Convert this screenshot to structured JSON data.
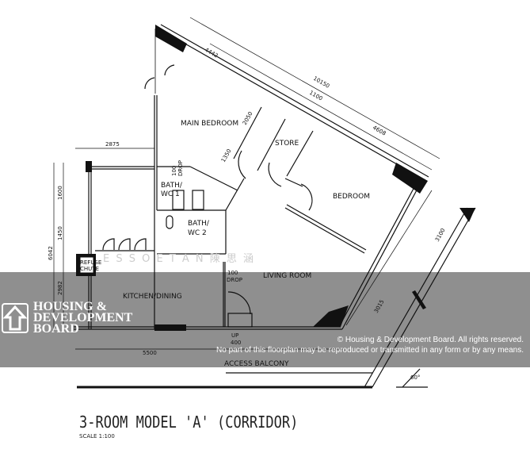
{
  "plan": {
    "rooms": {
      "main_bedroom": "MAIN BEDROOM",
      "store": "STORE",
      "bedroom": "BEDROOM",
      "bath1_a": "BATH/",
      "bath1_b": "WC 1",
      "bath2_a": "BATH/",
      "bath2_b": "WC 2",
      "living": "LIVING ROOM",
      "kitchen": "KITCHEN/DINING",
      "refuse_a": "REFUSE",
      "refuse_b": "CHUTE",
      "balcony": "ACCESS BALCONY"
    },
    "dimensions": {
      "d4442": "4442",
      "d10150": "10150",
      "d1100": "1100",
      "d4608": "4608",
      "d2050": "2050",
      "d1350": "1350",
      "d2875": "2875",
      "d1600": "1600",
      "d1450": "1450",
      "d6042": "6042",
      "d2982": "2982",
      "d5500": "5500",
      "d3100": "3100",
      "d3015": "3015",
      "drop1a": "100",
      "drop1b": "DROP",
      "drop2a": "100",
      "drop2b": "DROP",
      "up_a": "UP",
      "up_b": "400",
      "angle": "60°"
    }
  },
  "watermark": {
    "logo_line1": "HOUSING &",
    "logo_line2": "DEVELOPMENT",
    "logo_line3": "BOARD",
    "copyright": "© Housing & Development Board. All rights reserved.",
    "notice": "No part of this floorplan may be reproduced or transmitted in any form or by any means.",
    "faint_text": "E S S O E T A N  陳 思 涵"
  },
  "title": "3-ROOM MODEL 'A' (CORRIDOR)",
  "scale": "SCALE  1:100"
}
